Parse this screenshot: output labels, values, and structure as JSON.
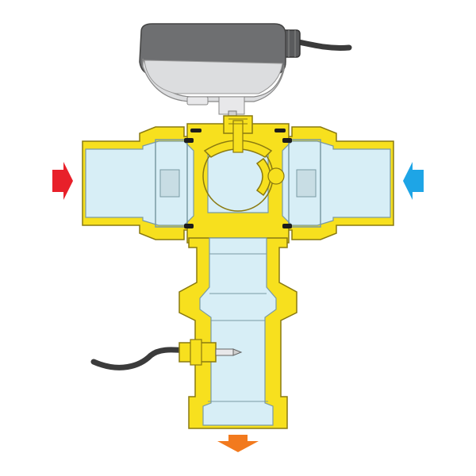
{
  "diagram": {
    "colors": {
      "brass": "#f7e01e",
      "brass_outline": "#8a7a10",
      "water": "#d7eef6",
      "water_outline": "#7a9aa4",
      "actuator_body": "#6e6f71",
      "actuator_base": "#dcdddf",
      "cable": "#3b3b3b",
      "arrow_hot": "#e8202a",
      "arrow_cold": "#1ea5e6",
      "arrow_mixed": "#f27a1e"
    },
    "arrows": {
      "left": {
        "icon": "arrow-right-icon",
        "meaning": "hot"
      },
      "right": {
        "icon": "arrow-left-icon",
        "meaning": "cold"
      },
      "bottom": {
        "icon": "arrow-down-icon",
        "meaning": "mixed"
      }
    }
  }
}
